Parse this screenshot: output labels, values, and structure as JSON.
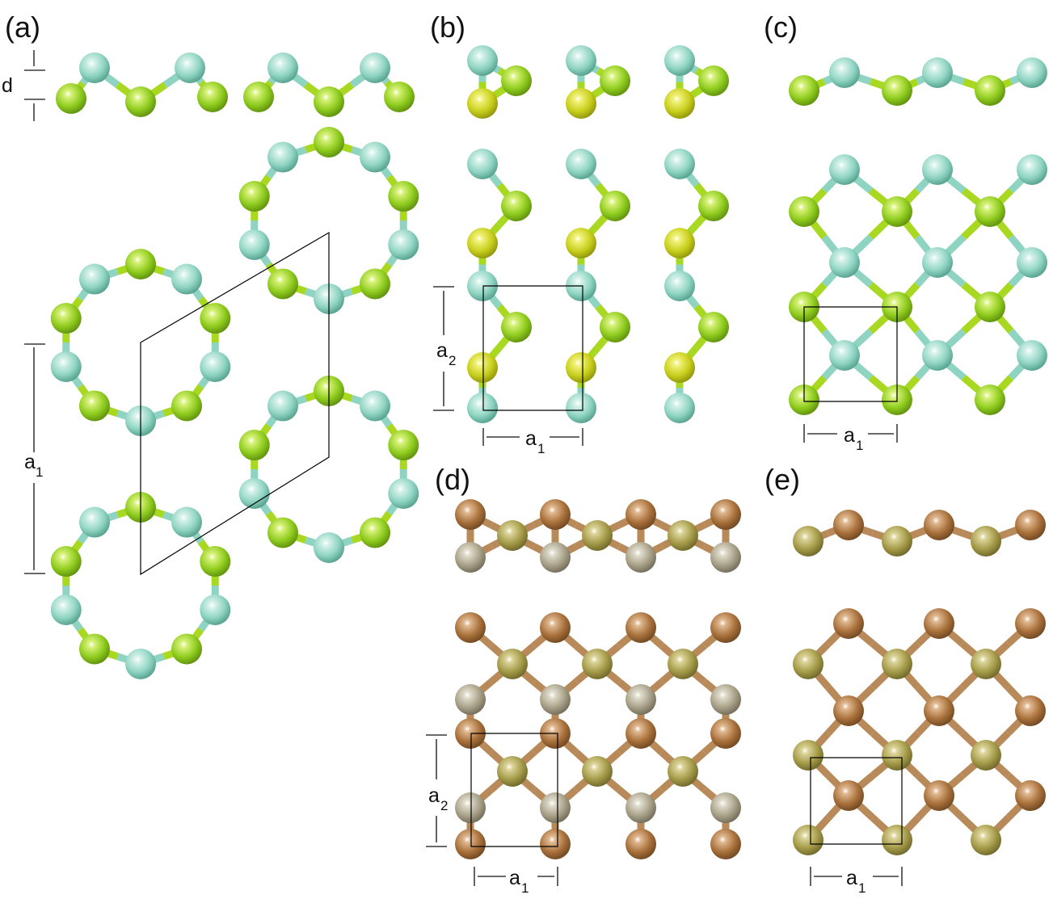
{
  "panels": [
    {
      "label": "(a)"
    },
    {
      "label": "(b)"
    },
    {
      "label": "(c)"
    },
    {
      "label": "(d)"
    },
    {
      "label": "(e)"
    }
  ],
  "dimensions": {
    "d": "d",
    "a": "a",
    "sub1": "1",
    "sub2": "2"
  },
  "colors": {
    "atom_cyan": "#8fd4c2",
    "atom_green": "#8fcc1e",
    "atom_yellow": "#c8cf1c",
    "atom_brown": "#a8703a",
    "atom_olive": "#a49a48",
    "atom_grey": "#a8a088",
    "bond_cyan": "#8fd4c2",
    "bond_green": "#a8d820",
    "bond_brown": "#b88a5a",
    "cell_line": "#000000"
  }
}
